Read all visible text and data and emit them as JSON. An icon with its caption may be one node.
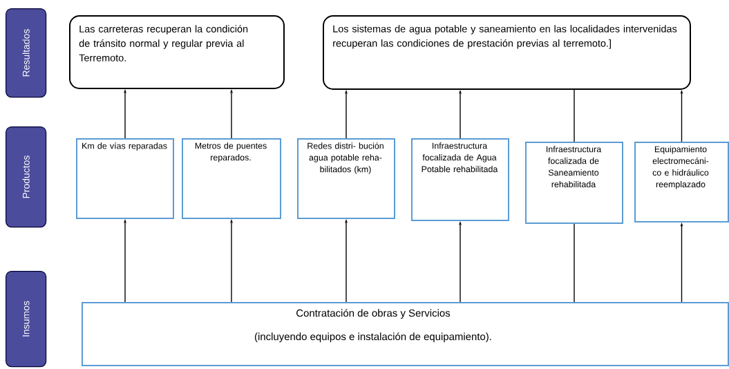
{
  "diagram": {
    "nodes": [
      {
        "text": [
          "Resultados"
        ]
      },
      {
        "text": [
          "Productos"
        ]
      },
      {
        "text": [
          "Insumos"
        ]
      },
      {
        "text": [
          "Las carreteras recuperan la condición de tránsito normal y regular previa al Terremoto."
        ]
      },
      {
        "text": [
          "Los sistemas de agua potable y saneamiento en las localidades intervenidas recuperan las condiciones de prestación previas al terremoto.]"
        ]
      },
      {
        "text": [
          "Km de vías reparadas"
        ]
      },
      {
        "text": [
          "Metros de puentes reparados."
        ]
      },
      {
        "text": [
          "Redes distri- bución agua potable reha- bilitados (km)"
        ]
      },
      {
        "text": [
          "Infraestructura focalizada de Agua Potable rehabilitada"
        ]
      },
      {
        "text": [
          "Infraestructura focalizada de Saneamiento rehabilitada"
        ]
      },
      {
        "text": [
          "Equipamiento electromecáni- co e hidráulico reemplazado"
        ]
      },
      {
        "text": [
          "Contratación de obras y Servicios",
          "(incluyendo equipos e  instalación de equipamiento)."
        ]
      }
    ],
    "edges": [
      {
        "from": 11,
        "to": 5,
        "arrow": "to"
      },
      {
        "from": 11,
        "to": 6,
        "arrow": "to"
      },
      {
        "from": 11,
        "to": 7,
        "arrow": "to"
      },
      {
        "from": 11,
        "to": 8,
        "arrow": "to"
      },
      {
        "from": 11,
        "to": 9,
        "arrow": "none"
      },
      {
        "from": 11,
        "to": 10,
        "arrow": "to"
      },
      {
        "from": 5,
        "to": 3,
        "arrow": "to"
      },
      {
        "from": 6,
        "to": 3,
        "arrow": "to"
      },
      {
        "from": 7,
        "to": 4,
        "arrow": "to"
      },
      {
        "from": 8,
        "to": 4,
        "arrow": "to"
      },
      {
        "from": 9,
        "to": 4,
        "arrow": "none"
      },
      {
        "from": 10,
        "to": 4,
        "arrow": "to"
      }
    ]
  }
}
